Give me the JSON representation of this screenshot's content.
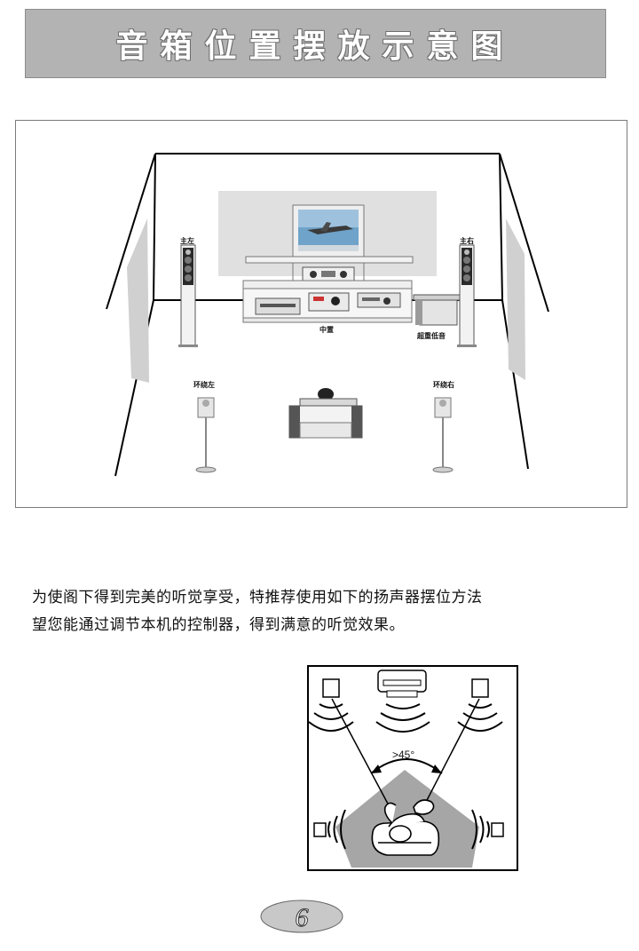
{
  "header": {
    "title": "音箱位置摆放示意图"
  },
  "room": {
    "labels": {
      "front_left": "主左",
      "front_right": "主右",
      "center": "中置",
      "subwoofer": "超重低音",
      "surround_left": "环绕左",
      "surround_right": "环绕右"
    }
  },
  "text": {
    "line1": "为使阁下得到完美的听觉享受，特推荐使用如下的扬声器摆位方法",
    "line2": "望您能通过调节本机的控制器，得到满意的听觉效果。"
  },
  "diagram": {
    "angle_label": ">45°"
  },
  "footer": {
    "page_number": "6"
  },
  "colors": {
    "title_bg": "#b3b3b3",
    "zone_gray": "#a6a6a6",
    "screen_blue": "#6fa3c9"
  }
}
